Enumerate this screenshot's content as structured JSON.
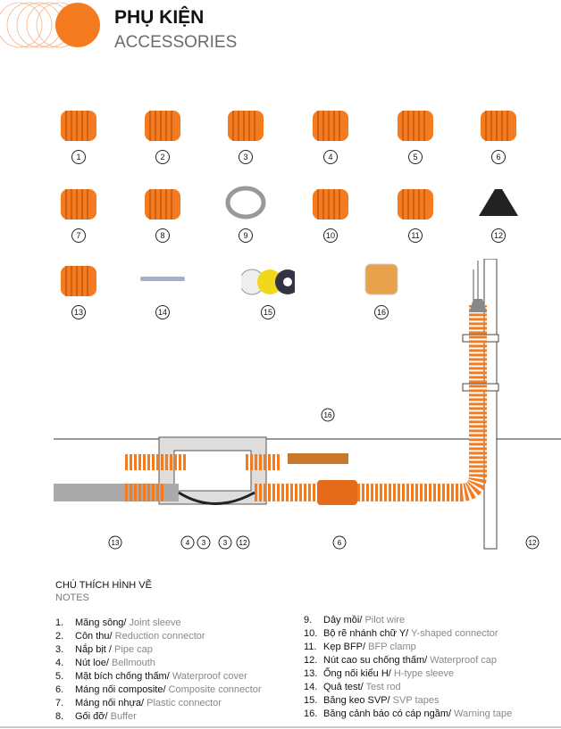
{
  "header": {
    "title": "PHỤ KIỆN",
    "subtitle": "ACCESSORIES",
    "accent": "#f47b20"
  },
  "products": [
    {
      "num": "1",
      "icon": "joint-sleeve"
    },
    {
      "num": "2",
      "icon": "reduction-connector"
    },
    {
      "num": "3",
      "icon": "pipe-cap"
    },
    {
      "num": "4",
      "icon": "bellmouth"
    },
    {
      "num": "5",
      "icon": "waterproof-cover"
    },
    {
      "num": "6",
      "icon": "composite-connector"
    },
    {
      "num": "7",
      "icon": "plastic-connector"
    },
    {
      "num": "8",
      "icon": "buffer"
    },
    {
      "num": "9",
      "icon": "pilot-wire"
    },
    {
      "num": "10",
      "icon": "y-shaped-connector"
    },
    {
      "num": "11",
      "icon": "bfp-clamp"
    },
    {
      "num": "12",
      "icon": "waterproof-cap"
    },
    {
      "num": "13",
      "icon": "h-type-sleeve"
    },
    {
      "num": "14",
      "icon": "test-rod"
    },
    {
      "num": "15",
      "icon": "svp-tapes"
    },
    {
      "num": "16",
      "icon": "warning-tape"
    }
  ],
  "diagram": {
    "callouts": [
      "13",
      "4",
      "3",
      "3",
      "12",
      "6",
      "16",
      "12"
    ]
  },
  "notes": {
    "heading": "CHÚ THÍCH HÌNH VẼ",
    "subheading": "NOTES",
    "items": [
      {
        "n": "1.",
        "vi": "Măng sông/",
        "en": " Joint sleeve"
      },
      {
        "n": "2.",
        "vi": "Côn thu/",
        "en": " Reduction connector"
      },
      {
        "n": "3.",
        "vi": "Nắp bịt /",
        "en": " Pipe cap"
      },
      {
        "n": "4.",
        "vi": "Nút loe/",
        "en": " Bellmouth"
      },
      {
        "n": "5.",
        "vi": "Mặt bích chống thấm/",
        "en": " Waterproof cover"
      },
      {
        "n": "6.",
        "vi": "Máng nối composite/",
        "en": " Composite connector"
      },
      {
        "n": "7.",
        "vi": "Máng nối nhựa/",
        "en": " Plastic connector"
      },
      {
        "n": "8.",
        "vi": "Gối đỡ/",
        "en": " Buffer"
      },
      {
        "n": "9.",
        "vi": "Dây mồi/",
        "en": " Pilot wire"
      },
      {
        "n": "10.",
        "vi": "Bộ rẽ nhánh chữ Y/",
        "en": " Y-shaped connector"
      },
      {
        "n": "11.",
        "vi": "Kẹp BFP/",
        "en": " BFP clamp"
      },
      {
        "n": "12.",
        "vi": "Nút cao su chống thấm/",
        "en": " Waterproof cap"
      },
      {
        "n": "13.",
        "vi": "Ống nối kiểu H/",
        "en": " H-type sleeve"
      },
      {
        "n": "14.",
        "vi": "Quả test/",
        "en": " Test rod"
      },
      {
        "n": "15.",
        "vi": "Băng keo SVP/",
        "en": " SVP tapes"
      },
      {
        "n": "16.",
        "vi": "Băng cảnh báo có cáp ngầm/",
        "en": " Warning tape"
      }
    ]
  }
}
